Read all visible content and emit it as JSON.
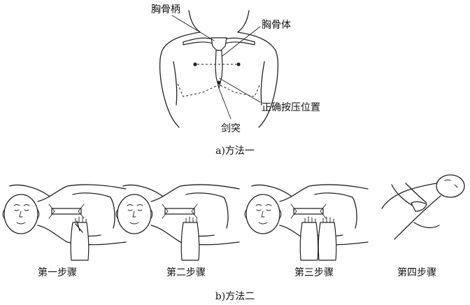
{
  "part_a": {
    "labels": {
      "manubrium": "胸骨柄",
      "sternum_body": "胸骨体",
      "correct_position": "正确按压位置",
      "xiphoid": "剑突"
    },
    "caption": "a)方法一"
  },
  "part_b": {
    "steps": [
      "第一步骤",
      "第二步骤",
      "第三步骤",
      "第四步骤"
    ],
    "caption": "b)方法二"
  }
}
